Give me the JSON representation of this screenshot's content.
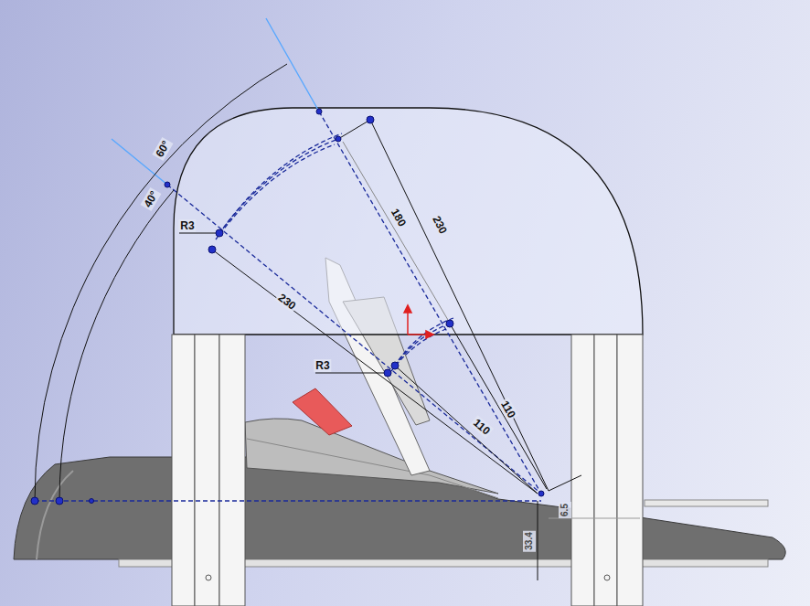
{
  "diagram": {
    "labels": [
      "60°",
      "40°",
      "R3",
      "180",
      "230",
      "230",
      "R3",
      "110",
      "110",
      "33.4",
      "6.5"
    ]
  }
}
